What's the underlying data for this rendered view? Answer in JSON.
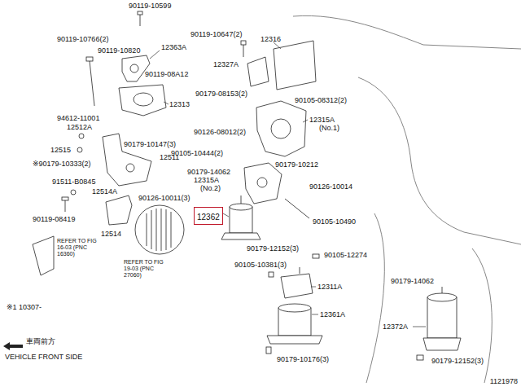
{
  "diagram": {
    "nodes": [
      {
        "text": [
          "12362"
        ]
      }
    ],
    "labels": [
      "90119-10599",
      "90119-10766(2)",
      "90119-10820",
      "12363A",
      "90119-08A12",
      "12313",
      "94612-11001",
      "12512A",
      "90179-10147(3)",
      "12515",
      "12511",
      "※90179-10333(2)",
      "91511-B0845",
      "12514A",
      "90126-10011(3)",
      "90119-08419",
      "12514",
      "REFER TO FIG 16-03 (PNC 16360)",
      "REFER TO FIG 19-03 (PNC 27060)",
      "※1 10307-",
      "車両前方",
      "VEHICLE FRONT SIDE",
      "90119-10647(2)",
      "12316",
      "12327A",
      "90179-08153(2)",
      "90105-08312(2)",
      "90126-08012(2)",
      "12315A",
      "(No.1)",
      "90105-10444(2)",
      "90179-14062",
      "90179-10212",
      "12315A",
      "(No.2)",
      "90126-10014",
      "90105-10490",
      "90179-12152(3)",
      "90105-12274",
      "90105-10381(3)",
      "12311A",
      "12361A",
      "90179-10176(3)",
      "90179-14062",
      "12372A",
      "90179-12152(3)",
      "1121978"
    ]
  }
}
